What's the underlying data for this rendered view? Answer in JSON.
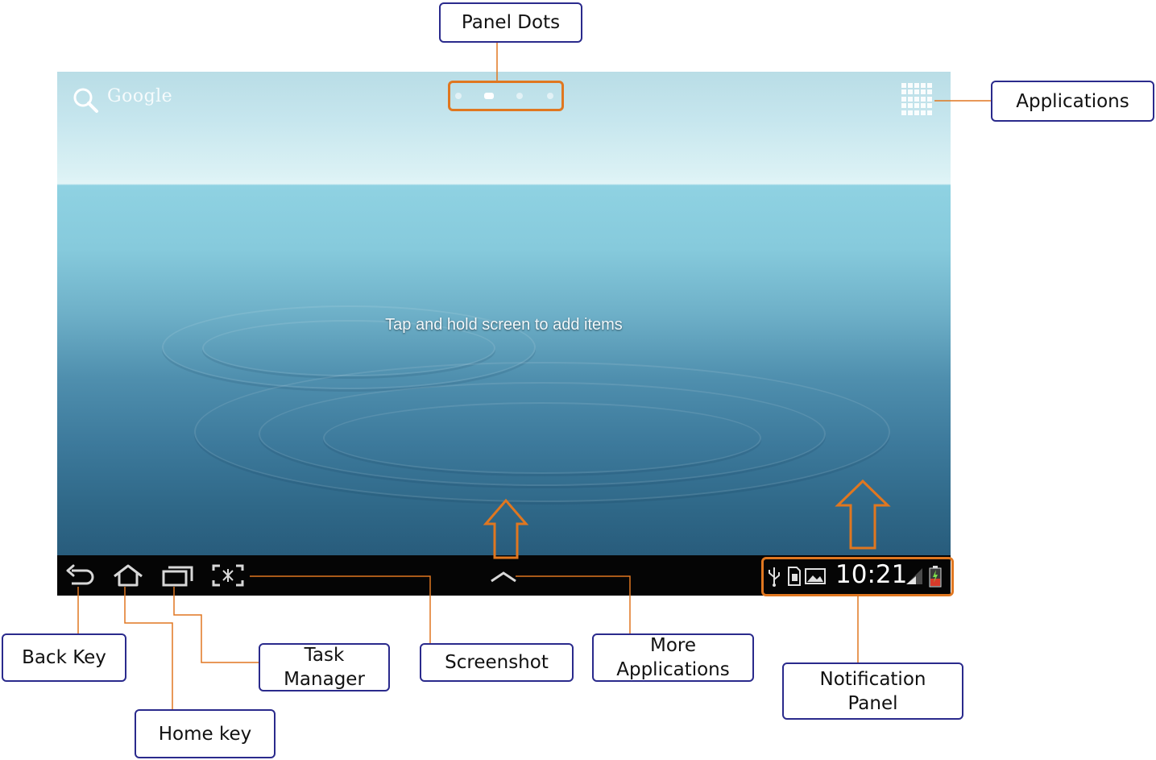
{
  "screen": {
    "search_label": "Google",
    "search_icon": "magnifier-icon",
    "hint_text": "Tap and hold screen to add items",
    "panel_dots": {
      "count": 4,
      "active_index": 1
    },
    "apps_icon": "apps-grid-icon",
    "navbar": {
      "buttons": [
        "back-icon",
        "home-icon",
        "recent-apps-icon",
        "screenshot-icon"
      ],
      "center_icon": "chevron-up-icon",
      "status": {
        "icons": [
          "usb-icon",
          "sd-card-icon",
          "gallery-icon",
          "signal-icon",
          "battery-icon"
        ],
        "time": "10:21"
      }
    }
  },
  "annotations": {
    "panel_dots": "Panel Dots",
    "applications": "Applications",
    "back_key": "Back Key",
    "home_key": "Home key",
    "task_manager": "Task\nManager",
    "screenshot": "Screenshot",
    "more_applications": "More\nApplications",
    "notification_panel": "Notification\nPanel"
  },
  "colors": {
    "highlight": "#e07720",
    "label_border": "#2a2a8c",
    "navbar": "#050505",
    "wallpaper_top": "#b9dde6",
    "wallpaper_bottom": "#285c7c"
  }
}
